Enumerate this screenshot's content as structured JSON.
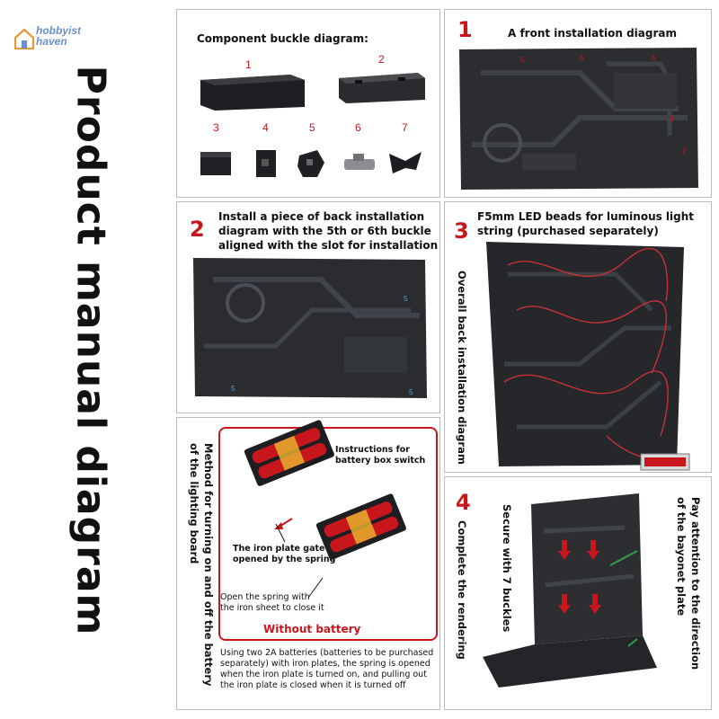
{
  "brand": {
    "line1": "hobbyist",
    "line2": "haven"
  },
  "title": "Product manual diagram",
  "panel1": {
    "caption": "Component buckle diagram:",
    "parts": [
      "1",
      "2",
      "3",
      "4",
      "5",
      "6",
      "7"
    ]
  },
  "panel2": {
    "number": "1",
    "caption": "A front installation diagram"
  },
  "panel3": {
    "number": "2",
    "caption_line1": "Install a piece of back installation",
    "caption_line2": "diagram with the 5th or 6th buckle",
    "caption_line3": "aligned with the slot for installation"
  },
  "panel4": {
    "number": "3",
    "caption_line1": "F5mm LED beads for luminous light",
    "caption_line2": "string (purchased separately)",
    "side_caption": "Overall back installation diagram"
  },
  "panel5": {
    "side_line1": "Method for turning on and off the battery",
    "side_line2": "of the lighting board",
    "switch_line1": "Instructions for",
    "switch_line2": "battery box switch",
    "gate_line1": "The iron plate gate is",
    "gate_line2": "opened by the spring",
    "spring_line1": "Open the spring with",
    "spring_line2": "the iron sheet to close it",
    "without": "Without battery",
    "note_line1": "Using two 2A batteries (batteries to be purchased",
    "note_line2": "separately) with iron plates, the spring is opened",
    "note_line3": "when the iron plate is turned on, and pulling out",
    "note_line4": "the iron plate is closed when it is turned off"
  },
  "panel6": {
    "number": "4",
    "side_left": "Complete the rendering",
    "side_mid": "Secure with 7 buckles",
    "side_right_line1": "Pay attention to the direction",
    "side_right_line2": "of the bayonet plate"
  },
  "colors": {
    "accent": "#c8171c",
    "board": "#26282c",
    "brand": "#6a8fd0"
  }
}
